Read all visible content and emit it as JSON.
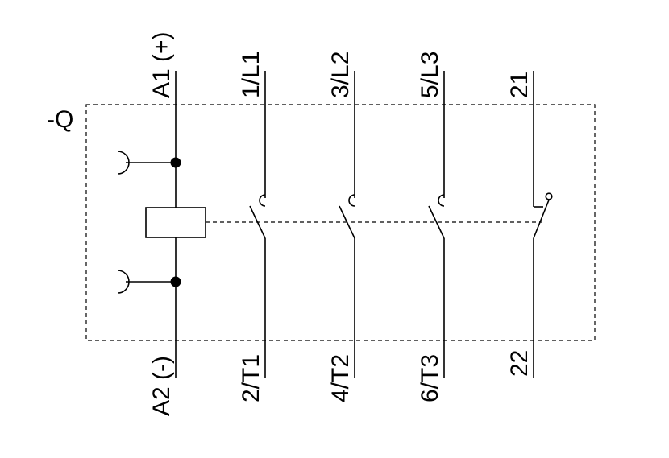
{
  "device": {
    "tag": "-Q"
  },
  "coil": {
    "top_terminal": "A1 (+)",
    "bottom_terminal": "A2 (-)"
  },
  "main_contacts": [
    {
      "top": "1/L1",
      "bottom": "2/T1"
    },
    {
      "top": "3/L2",
      "bottom": "4/T2"
    },
    {
      "top": "5/L3",
      "bottom": "6/T3"
    }
  ],
  "auxiliary_contact": {
    "top": "21",
    "bottom": "22"
  }
}
